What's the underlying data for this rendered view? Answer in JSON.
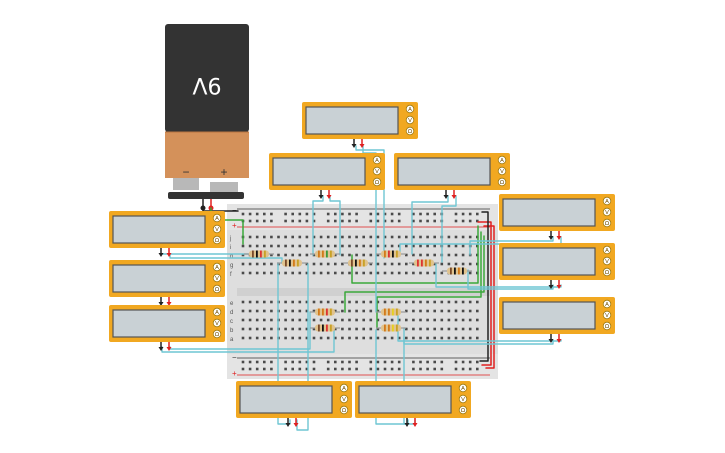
{
  "battery": {
    "label": "9V",
    "minus_symbol": "−",
    "plus_symbol": "+"
  },
  "multimeter": {
    "mode_buttons": [
      "A",
      "V",
      "Ω"
    ]
  },
  "breadboard": {
    "row_letters_top": [
      "j",
      "i",
      "h",
      "g",
      "f"
    ],
    "row_letters_bottom": [
      "e",
      "d",
      "c",
      "b",
      "a"
    ],
    "rail_plus": "+",
    "rail_minus": "−"
  },
  "colors": {
    "battery_body": "#333333",
    "battery_base": "#d4915a",
    "multimeter_frame": "#f1a821",
    "multimeter_screen": "#c9d1d5",
    "breadboard": "#dedede",
    "wire_cyan": "#6fc6d3",
    "wire_green": "#3aa83a",
    "wire_red": "#e02020",
    "wire_black": "#222222"
  }
}
